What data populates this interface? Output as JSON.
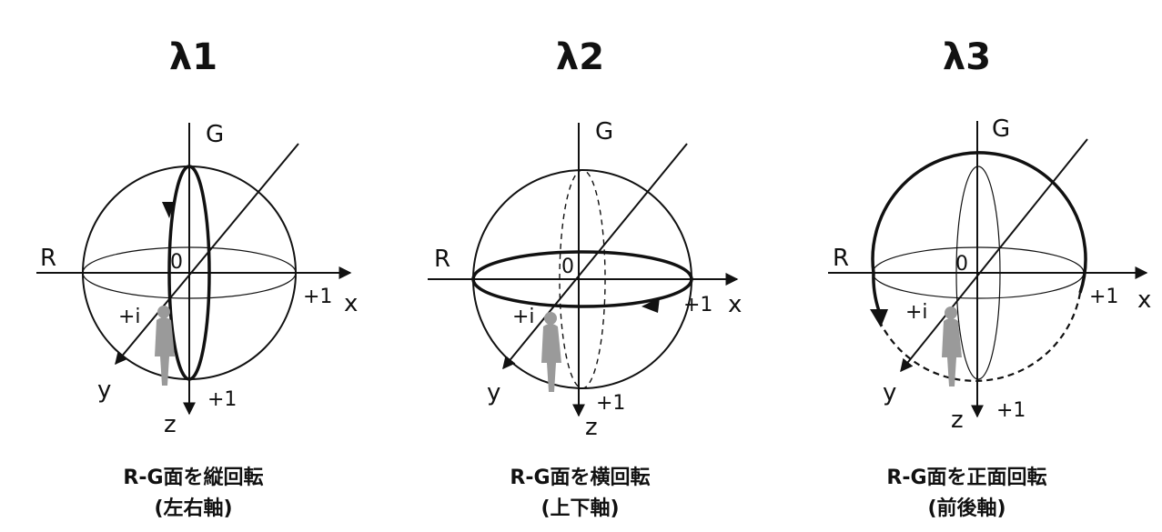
{
  "panels": [
    {
      "title": "λ1",
      "labels": {
        "g": "G",
        "r": "R",
        "origin": "0",
        "x": "x",
        "y": "y",
        "z": "z",
        "plus_i": "+i",
        "x_plus": "+1",
        "z_plus": "+1"
      },
      "caption_line1": "R-G面を縦回転",
      "caption_line2": "(左右軸)"
    },
    {
      "title": "λ2",
      "labels": {
        "g": "G",
        "r": "R",
        "origin": "0",
        "x": "x",
        "y": "y",
        "z": "z",
        "plus_i": "+i",
        "x_plus": "+1",
        "z_plus": "+1"
      },
      "caption_line1": "R-G面を横回転",
      "caption_line2": "(上下軸)"
    },
    {
      "title": "λ3",
      "labels": {
        "g": "G",
        "r": "R",
        "origin": "0",
        "x": "x",
        "y": "y",
        "z": "z",
        "plus_i": "+i",
        "x_plus": "+1",
        "z_plus": "+1"
      },
      "caption_line1": "R-G面を正面回転",
      "caption_line2": "(前後軸)"
    }
  ]
}
